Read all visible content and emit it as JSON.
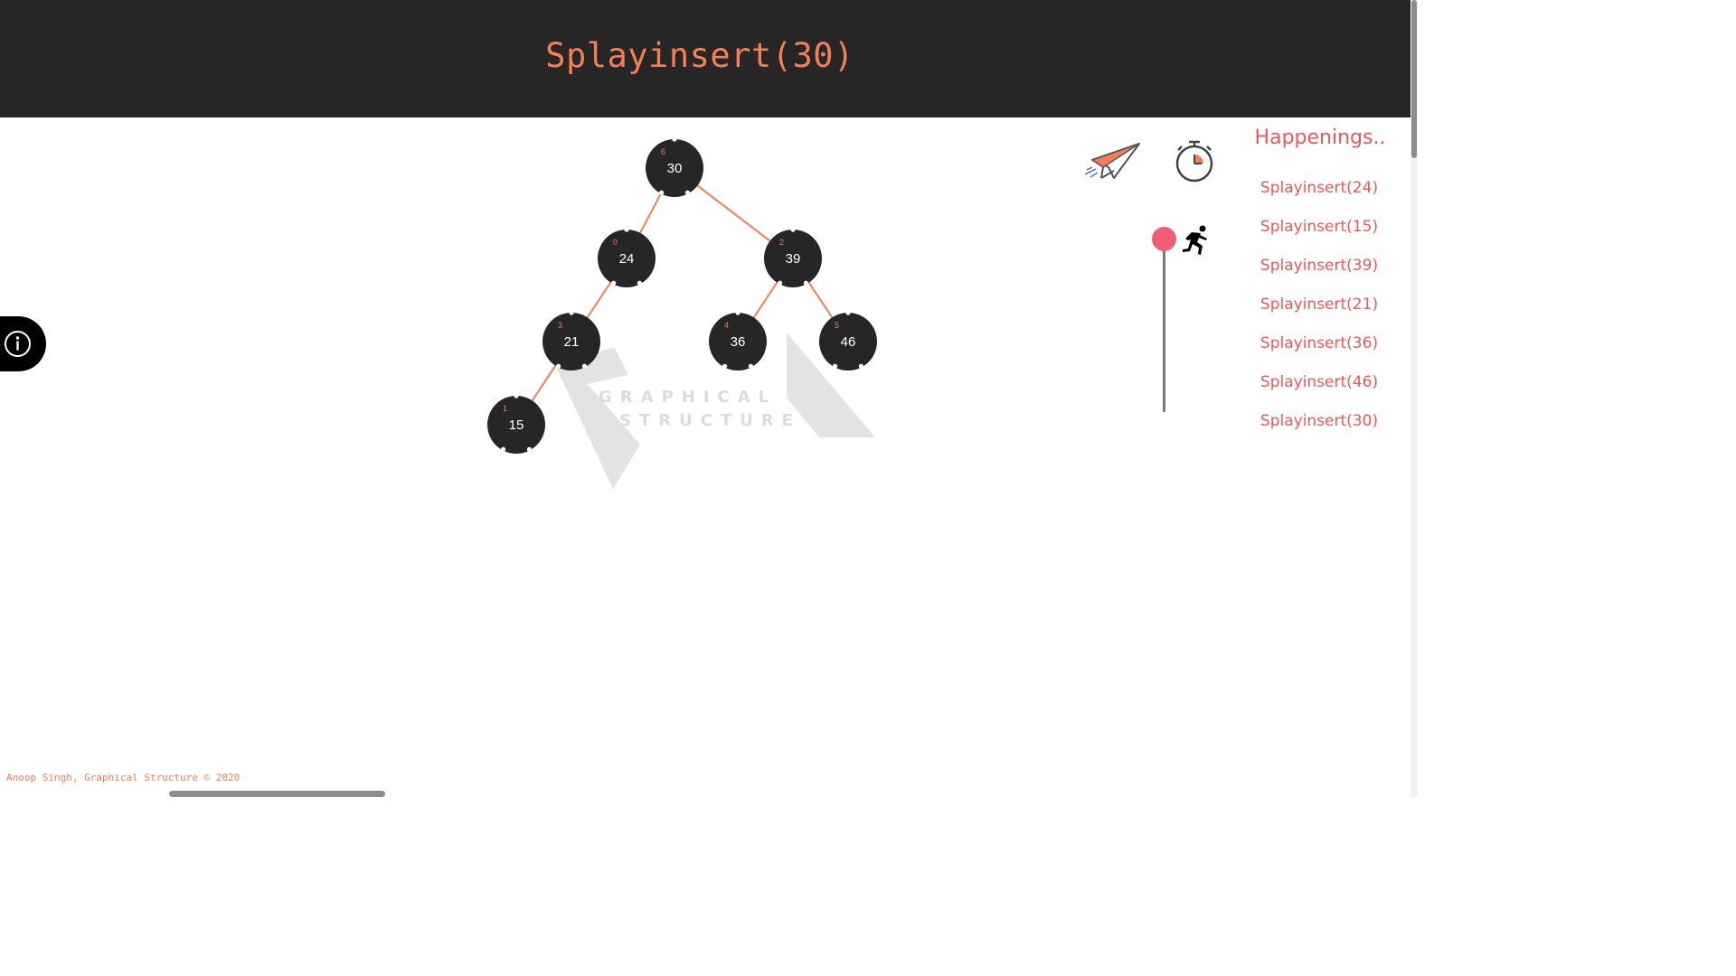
{
  "header": {
    "title": "Splayinsert(30)"
  },
  "tree": {
    "nodes": [
      {
        "id": "n30",
        "value": "30",
        "index": "6"
      },
      {
        "id": "n24",
        "value": "24",
        "index": "0"
      },
      {
        "id": "n39",
        "value": "39",
        "index": "2"
      },
      {
        "id": "n21",
        "value": "21",
        "index": "3"
      },
      {
        "id": "n36",
        "value": "36",
        "index": "4"
      },
      {
        "id": "n46",
        "value": "46",
        "index": "5"
      },
      {
        "id": "n15",
        "value": "15",
        "index": "1"
      }
    ],
    "edges": [
      [
        "n30",
        "n24"
      ],
      [
        "n30",
        "n39"
      ],
      [
        "n24",
        "n21"
      ],
      [
        "n39",
        "n36"
      ],
      [
        "n39",
        "n46"
      ],
      [
        "n21",
        "n15"
      ]
    ]
  },
  "watermark": {
    "line1": "GRAPHICAL",
    "line2": "STRUCTURE"
  },
  "sidebar": {
    "title": "Happenings..",
    "history": [
      "Splayinsert(24)",
      "Splayinsert(15)",
      "Splayinsert(39)",
      "Splayinsert(21)",
      "Splayinsert(36)",
      "Splayinsert(46)",
      "Splayinsert(30)"
    ]
  },
  "controls": {
    "send_icon": "paper-plane-icon",
    "timer_icon": "stopwatch-icon",
    "speed_icon": "runner-icon",
    "speed_level": 1.0
  },
  "info_icon": "info-icon",
  "footer": {
    "text": "Anoop Singh, Graphical Structure © 2020"
  },
  "colors": {
    "accent": "#f47e58",
    "header_bg": "#262626",
    "node_fill": "#262626",
    "history_text": "#f0555a",
    "slider_knob": "#f25c74"
  }
}
